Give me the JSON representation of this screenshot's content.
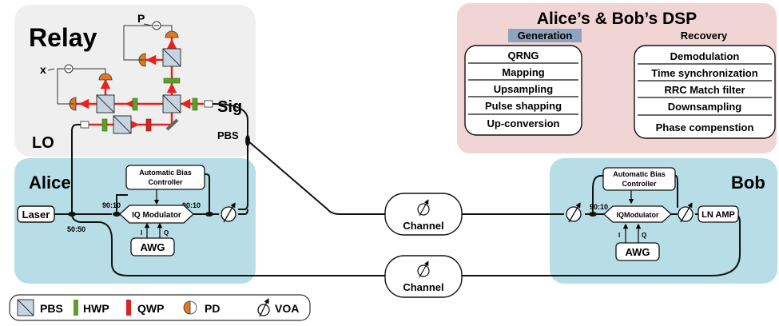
{
  "relay": {
    "title": "Relay",
    "p_label": "P",
    "x_label": "x",
    "sig_label": "Sig",
    "lo_label": "LO",
    "pbs_label": "PBS"
  },
  "alice": {
    "title": "Alice",
    "laser": "Laser",
    "split_5050": "50:50",
    "split_9010_in": "90:10",
    "split_9010_out": "90:10",
    "abc_line1": "Automatic Bias",
    "abc_line2": "Controller",
    "iq": "IQ Modulator",
    "awg": "AWG",
    "i": "I",
    "q": "Q"
  },
  "bob": {
    "title": "Bob",
    "split_9010": "90:10",
    "abc_line1": "Automatic Bias",
    "abc_line2": "Controller",
    "iq": "IQModulator",
    "awg": "AWG",
    "i": "I",
    "q": "Q",
    "lnamp": "LN AMP"
  },
  "channels": {
    "top": "Channel",
    "bottom": "Channel"
  },
  "dsp": {
    "title": "Alice’s & Bob’s DSP",
    "generation_header": "Generation",
    "recovery_header": "Recovery",
    "generation": [
      "QRNG",
      "Mapping",
      "Upsampling",
      "Pulse shapping",
      "Up-conversion"
    ],
    "recovery": [
      "Demodulation",
      "Time synchronization",
      "RRC Match filter",
      "Downsampling",
      "Phase compenstion"
    ]
  },
  "legend": {
    "pbs": "PBS",
    "hwp": "HWP",
    "qwp": "QWP",
    "pd": "PD",
    "voa": "VOA"
  },
  "colors": {
    "relay_bg": "#efefef",
    "alice_bob_bg": "#b7dde6",
    "dsp_bg": "#f1d4d4",
    "beam": "#e8221b",
    "detector": "#e07a22",
    "hwp": "#5aa02c",
    "qwp": "#d7261d",
    "pbs_fill": "#c6d4e2",
    "gen_header_bg": "#8fa3bd"
  }
}
